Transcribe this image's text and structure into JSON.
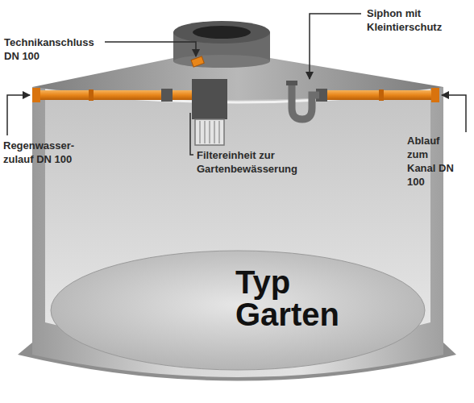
{
  "diagram": {
    "labels": [
      "Technikanschluss DN 100",
      "Siphon mit Kleintierschutz",
      "Regenwasser- zulauf DN 100",
      "Filtereinheit zur Gartenbewässerung",
      "Ablauf zum Kanal DN 100",
      "Typ Garten"
    ]
  }
}
